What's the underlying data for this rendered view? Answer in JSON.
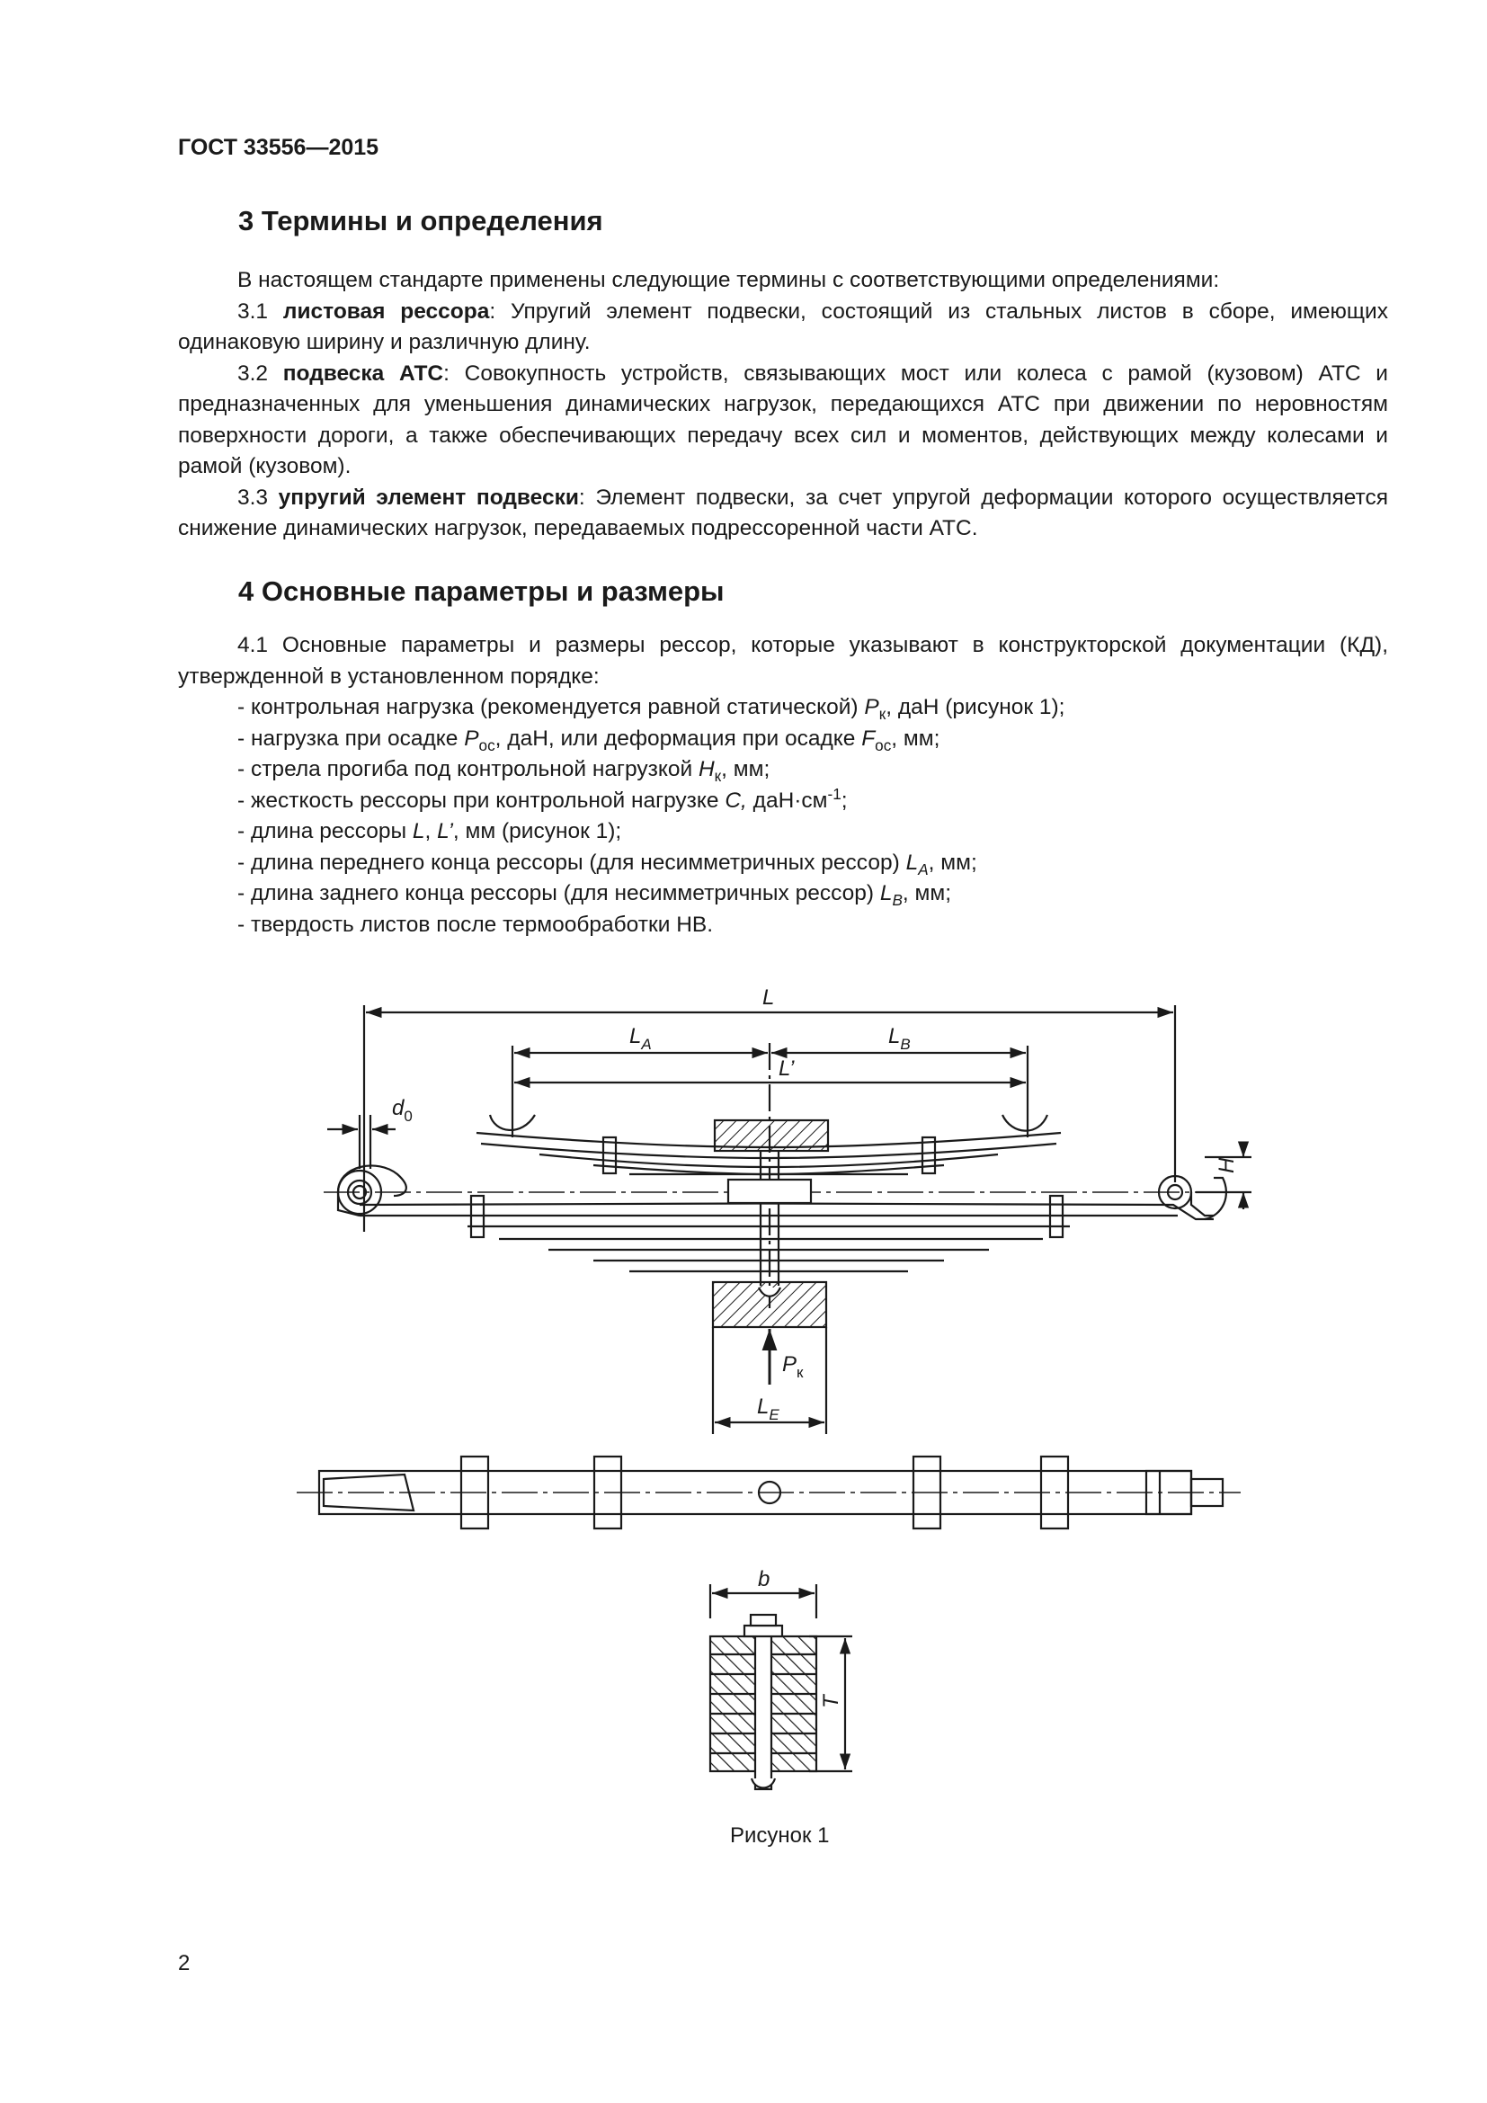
{
  "header": {
    "doc_code": "ГОСТ 33556—2015"
  },
  "section3": {
    "title": "3 Термины и определения",
    "intro": "В настоящем стандарте применены следующие термины с соответствующими определениями:",
    "terms": [
      {
        "num": "3.1 ",
        "term": "листовая рессора",
        "definition": ": Упругий элемент подвески, состоящий из стальных листов в сборе, имеющих одинаковую ширину и различную длину."
      },
      {
        "num": "3.2 ",
        "term": "подвеска АТС",
        "definition": ": Совокупность устройств, связывающих мост или колеса с рамой (кузовом) АТС и предназначенных для уменьшения динамических нагрузок, передающихся АТС при движении по неровностям поверхности дороги, а также обеспечивающих передачу всех сил и моментов, действующих между колесами и рамой (кузовом)."
      },
      {
        "num": "3.3 ",
        "term": "упругий элемент подвески",
        "definition": ": Элемент подвески, за счет упругой деформации которого осуществляется снижение динамических нагрузок, передаваемых подрессоренной части АТС."
      }
    ]
  },
  "section4": {
    "title": "4 Основные параметры и размеры",
    "intro": "4.1 Основные параметры и размеры рессор, которые указывают в конструкторской документации (КД), утвержденной в установленном порядке:",
    "items": [
      {
        "pre": "- контрольная нагрузка (рекомендуется равной статической) ",
        "sym": "P",
        "sub": "к",
        "post": ", даН (рисунок 1);"
      },
      {
        "pre": "- нагрузка при осадке ",
        "sym": "P",
        "sub": "ос",
        "mid": ", даН, или деформация при осадке ",
        "sym2": "F",
        "sub2": "ос",
        "post": ", мм;"
      },
      {
        "pre": "- стрела прогиба под контрольной нагрузкой ",
        "sym": "H",
        "sub": "к",
        "post": ", мм;"
      },
      {
        "pre": "- жесткость рессоры при контрольной нагрузке ",
        "sym": "C,",
        "post": " даН·см",
        "sup": "-1",
        "post2": ";"
      },
      {
        "pre": "- длина рессоры ",
        "sym": "L",
        "mid": ", ",
        "sym2": "L’",
        "post": ", мм (рисунок 1);"
      },
      {
        "pre": "- длина переднего конца рессоры (для несимметричных рессор) ",
        "sym": "L",
        "sub": "A",
        "post": ", мм;"
      },
      {
        "pre": "- длина заднего конца рессоры (для несимметричных рессор) ",
        "sym": "L",
        "sub": "B",
        "post": ", мм;"
      },
      {
        "pre": "- твердость листов после термообработки НВ.",
        "post": ""
      }
    ]
  },
  "figure": {
    "labels": {
      "L": "L",
      "LA": "L",
      "LA_sub": "A",
      "LB": "L",
      "LB_sub": "B",
      "Lp": "L’",
      "d0": "d",
      "d0_sub": "0",
      "H": "H",
      "Pk": "P",
      "Pk_sub": "к",
      "LE": "L",
      "LE_sub": "E",
      "b": "b",
      "T": "T"
    },
    "caption": "Рисунок 1"
  },
  "page_number": "2"
}
